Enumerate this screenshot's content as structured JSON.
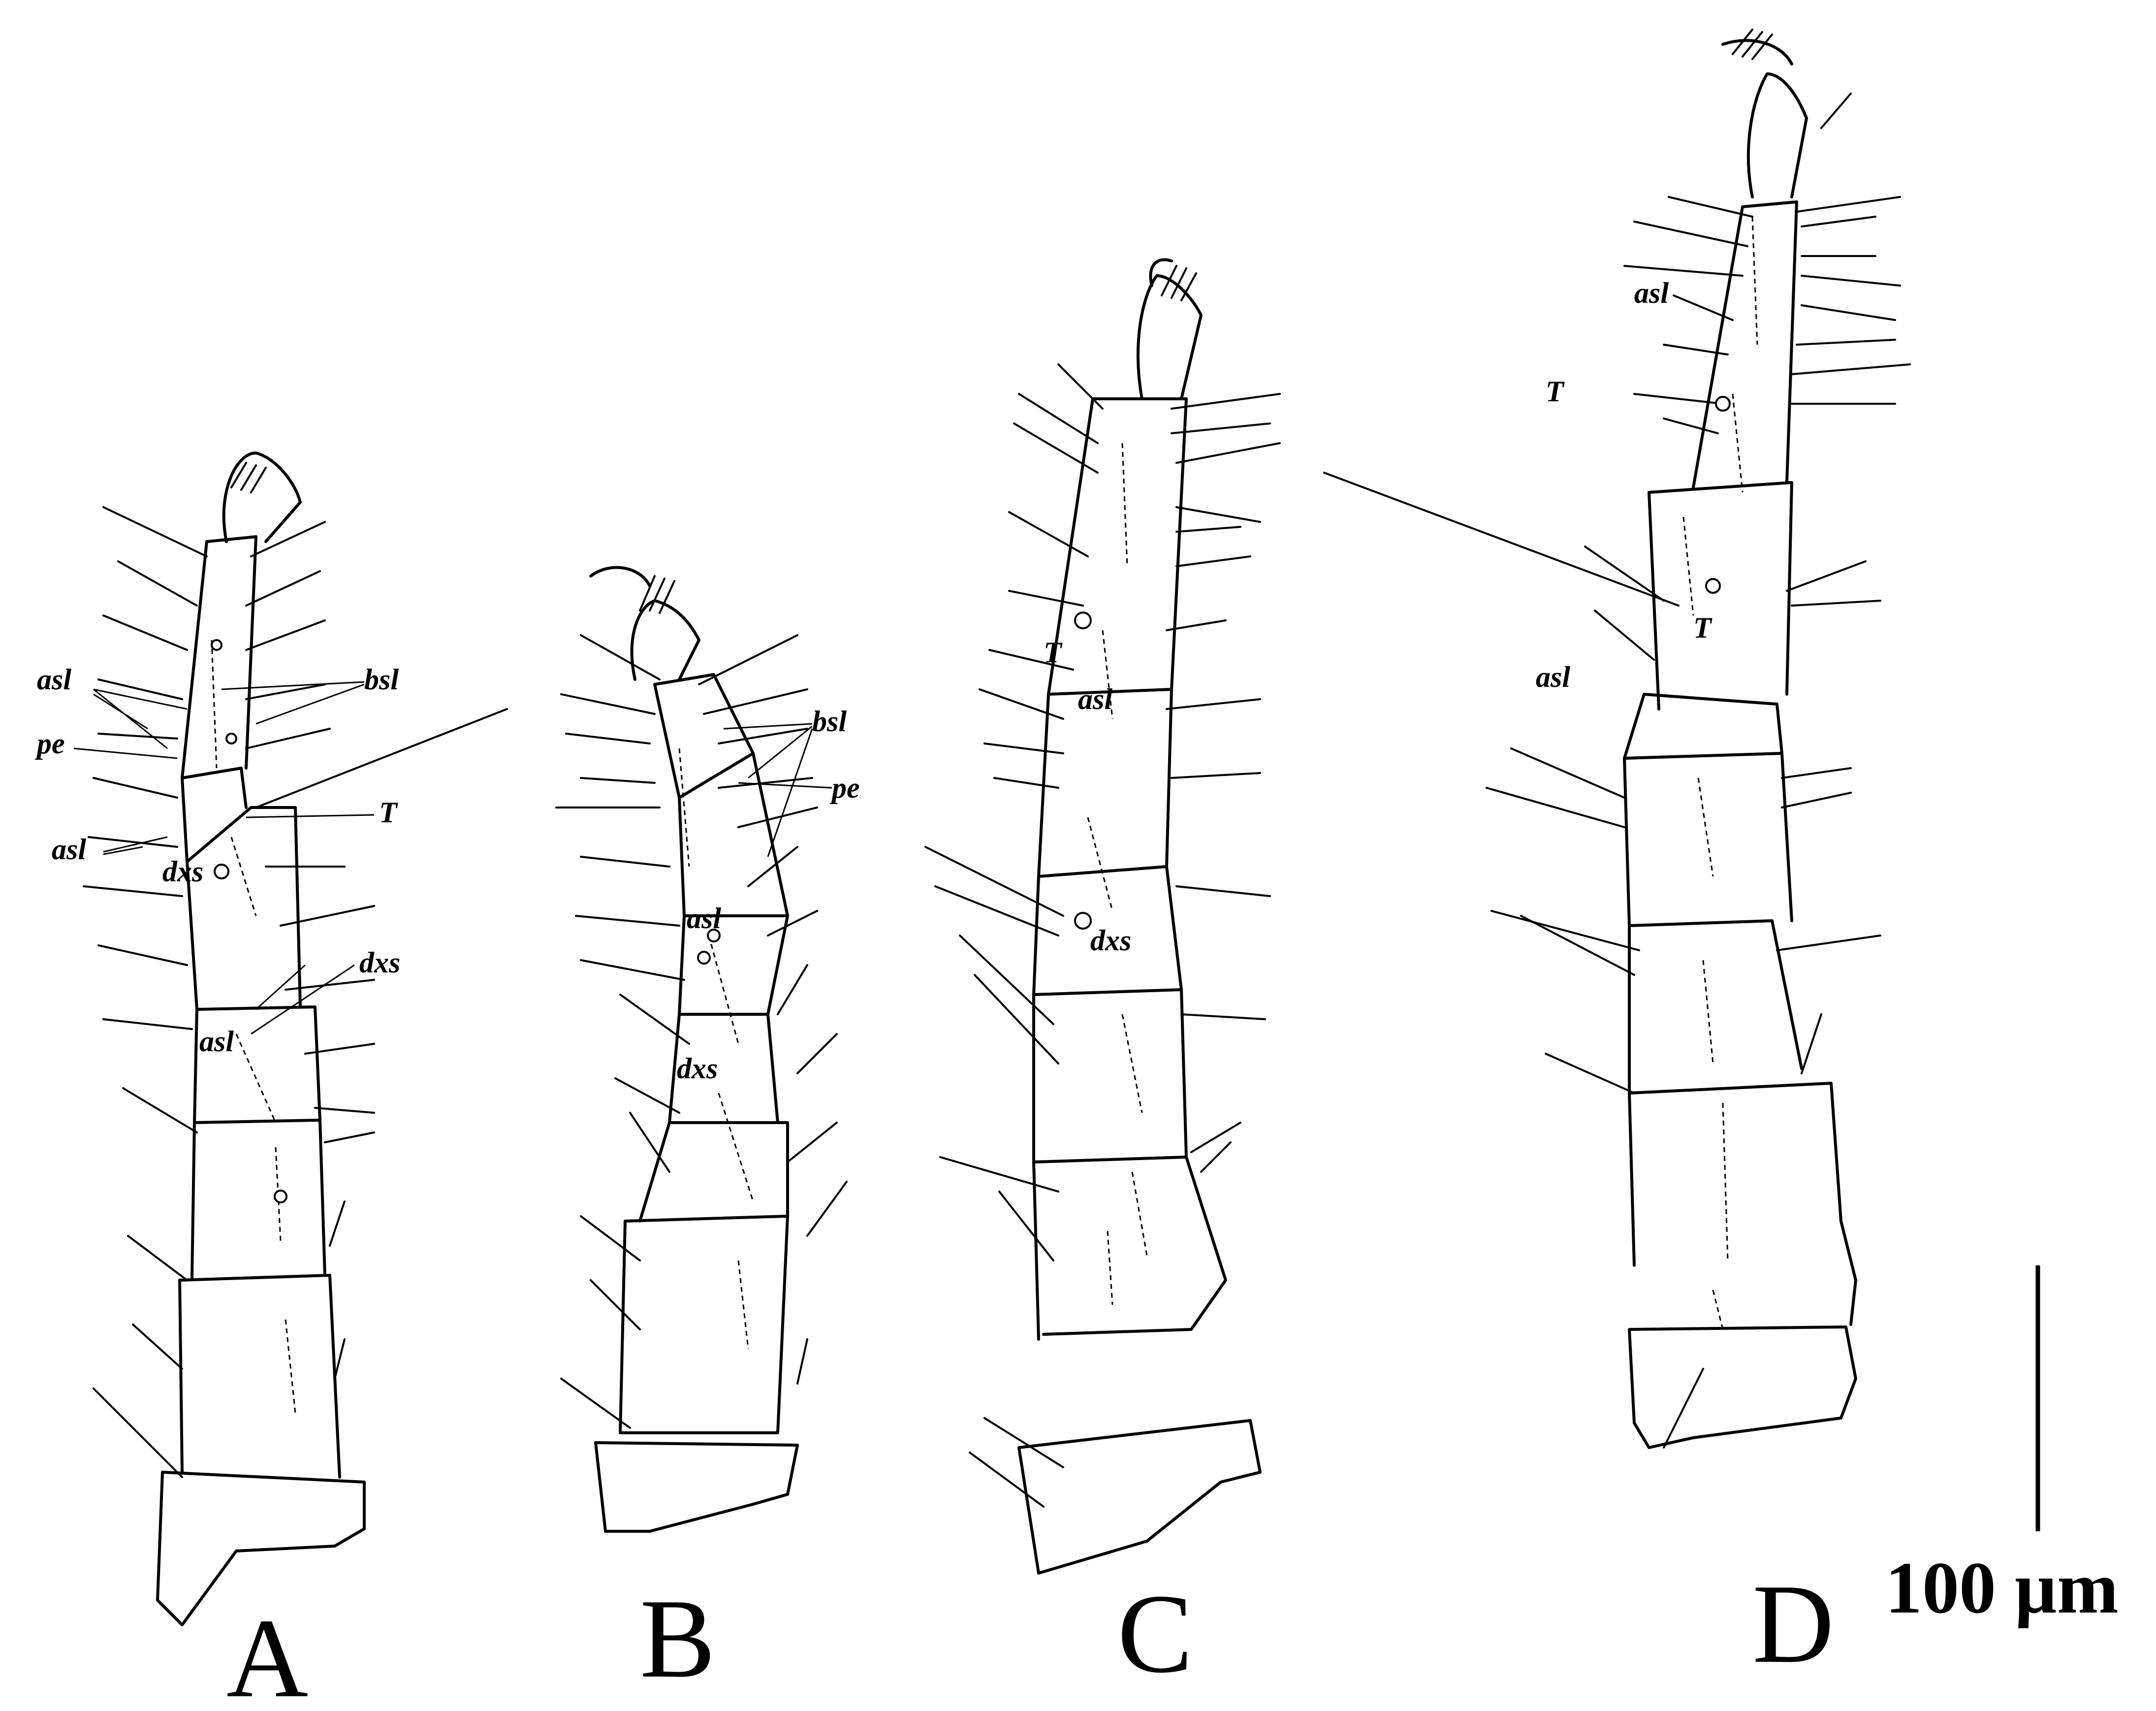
{
  "panels": [
    {
      "letter": "A"
    },
    {
      "letter": "B"
    },
    {
      "letter": "C"
    },
    {
      "letter": "D"
    }
  ],
  "labels": {
    "asl": "asl",
    "bsl": "bsl",
    "pe": "pe",
    "T": "T",
    "dxs": "dxs"
  },
  "scale_bar": {
    "text": "100 µm"
  }
}
